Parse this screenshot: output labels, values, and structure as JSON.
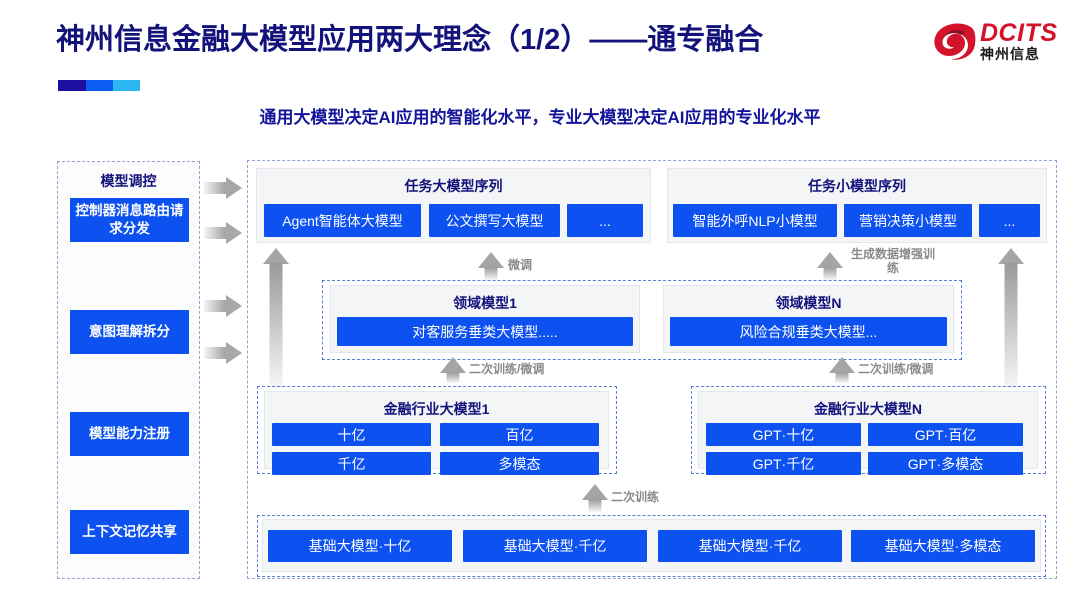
{
  "header": {
    "title": "神州信息金融大模型应用两大理念（1/2）——通专融合",
    "subtitle": "通用大模型决定AI应用的智能化水平，专业大模型决定AI应用的专业化水平",
    "logo": {
      "brand": "DCITS",
      "brand_cn": "神州信息"
    },
    "rule_colors": [
      "#1a0f9e",
      "#0a5cf5",
      "#2bb6ef"
    ]
  },
  "control_panel": {
    "title": "模型调控",
    "items": [
      {
        "label": "控制器消息路由请求分发"
      },
      {
        "label": "意图理解拆分"
      },
      {
        "label": "模型能力注册"
      },
      {
        "label": "上下文记忆共享"
      }
    ]
  },
  "task_rows": [
    {
      "title": "任务大模型序列",
      "boxes": [
        "Agent智能体大模型",
        "公文撰写大模型",
        "..."
      ]
    },
    {
      "title": "任务小模型序列",
      "boxes": [
        "智能外呼NLP小模型",
        "营销决策小模型",
        "..."
      ]
    }
  ],
  "domain_models": [
    {
      "title": "领域模型1",
      "box": "对客服务垂类大模型....."
    },
    {
      "title": "领域模型N",
      "box": "风险合规垂类大模型..."
    }
  ],
  "industry_models": [
    {
      "title": "金融行业大模型1",
      "boxes": [
        "十亿",
        "百亿",
        "千亿",
        "多模态"
      ]
    },
    {
      "title": "金融行业大模型N",
      "boxes": [
        "GPT·十亿",
        "GPT·百亿",
        "GPT·千亿",
        "GPT·多模态"
      ]
    }
  ],
  "base_models": {
    "boxes": [
      "基础大模型·十亿",
      "基础大模型·千亿",
      "基础大模型·千亿",
      "基础大模型·多模态"
    ]
  },
  "arrow_labels": {
    "fine_tune": "微调",
    "data_aug": "生成数据增强训练",
    "retrain_finetune": "二次训练/微调",
    "retrain": "二次训练"
  },
  "colors": {
    "blue_box": "#0d52f0",
    "title_blue": "#12127a",
    "logo_red": "#d3122b",
    "arrow_gray": "#a5a5a5",
    "dash_blue": "#5b7fd4"
  }
}
